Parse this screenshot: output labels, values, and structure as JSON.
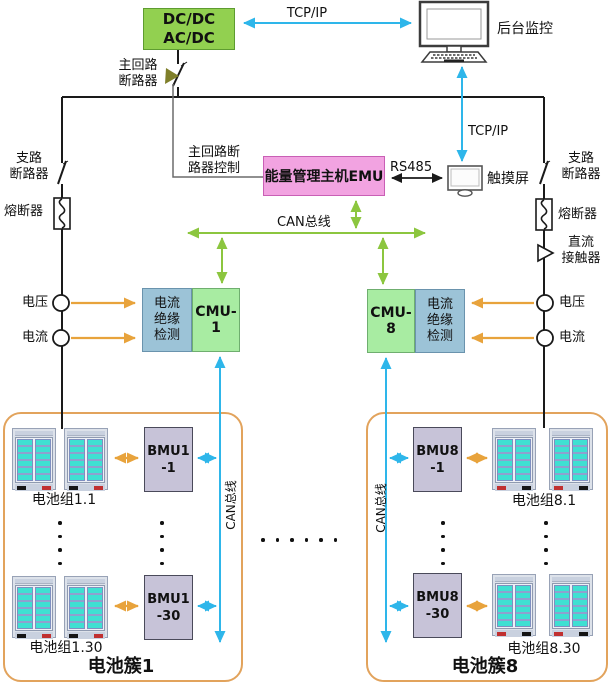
{
  "colors": {
    "converter_box": "#92D050",
    "emu_box": "#F2A3E1",
    "cmu_box": "#A8ECA2",
    "insulation_box": "#9CC3D7",
    "bmu_box": "#C7C3D8",
    "cluster_border": "#E2A35C",
    "can_bus_green": "#8CC63F",
    "signal_cyan": "#2EB6EA",
    "measure_orange": "#E8A33C"
  },
  "top": {
    "converter_line1": "DC/DC",
    "converter_line2": "AC/DC",
    "tcpip_top": "TCP/IP",
    "backend_monitor": "后台监控",
    "tcpip_mid": "TCP/IP",
    "rs485": "RS485",
    "touch_screen": "触摸屏",
    "main_breaker_line1": "主回路",
    "main_breaker_line2": "断路器",
    "breaker_ctrl_line1": "主回路断",
    "breaker_ctrl_line2": "路器控制",
    "emu_label": "能量管理主机EMU",
    "can_bus_label": "CAN总线"
  },
  "left_branch": {
    "breaker_line1": "支路",
    "breaker_line2": "断路器",
    "fuse": "熔断器",
    "voltage": "电压",
    "current": "电流",
    "insulation_line1": "电流",
    "insulation_line2": "绝缘",
    "insulation_line3": "检测",
    "cmu_label": "CMU-1"
  },
  "right_branch": {
    "breaker_line1": "支路",
    "breaker_line2": "断路器",
    "fuse": "熔断器",
    "contactor_line1": "直流",
    "contactor_line2": "接触器",
    "voltage": "电压",
    "current": "电流",
    "insulation_line1": "电流",
    "insulation_line2": "绝缘",
    "insulation_line3": "检测",
    "cmu_label": "CMU-8"
  },
  "cluster1": {
    "title": "电池簇1",
    "can_label": "CAN总线",
    "group_top_label": "电池组1.1",
    "group_bottom_label": "电池组1.30",
    "bmu_top_line1": "BMU1",
    "bmu_top_line2": "-1",
    "bmu_bottom_line1": "BMU1",
    "bmu_bottom_line2": "-30"
  },
  "cluster8": {
    "title": "电池簇8",
    "can_label": "CAN总线",
    "group_top_label": "电池组8.1",
    "group_bottom_label": "电池组8.30",
    "bmu_top_line1": "BMU8",
    "bmu_top_line2": "-1",
    "bmu_bottom_line1": "BMU8",
    "bmu_bottom_line2": "-30"
  }
}
